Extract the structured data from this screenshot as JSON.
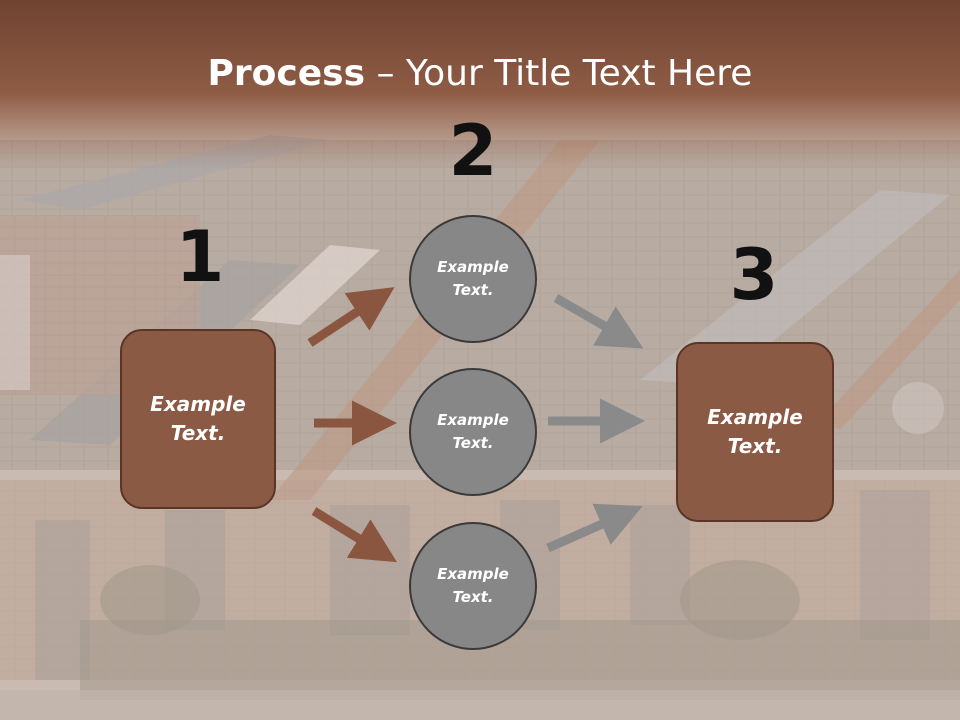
{
  "title": {
    "bold": "Process",
    "rest": " – Your Title Text Here"
  },
  "steps": [
    {
      "number": "1",
      "text": "Example\nText."
    },
    {
      "number": "2",
      "text": ""
    },
    {
      "number": "3",
      "text": "Example\nText."
    }
  ],
  "circles": [
    {
      "text": "Example\nText."
    },
    {
      "text": "Example\nText."
    },
    {
      "text": "Example\nText."
    }
  ],
  "colors": {
    "box_fill": "#8a5a44",
    "circle_fill": "#878787",
    "arrow_brown": "#8b5640",
    "arrow_gray": "#8a8a8a",
    "header_band": "#8a5a44"
  }
}
